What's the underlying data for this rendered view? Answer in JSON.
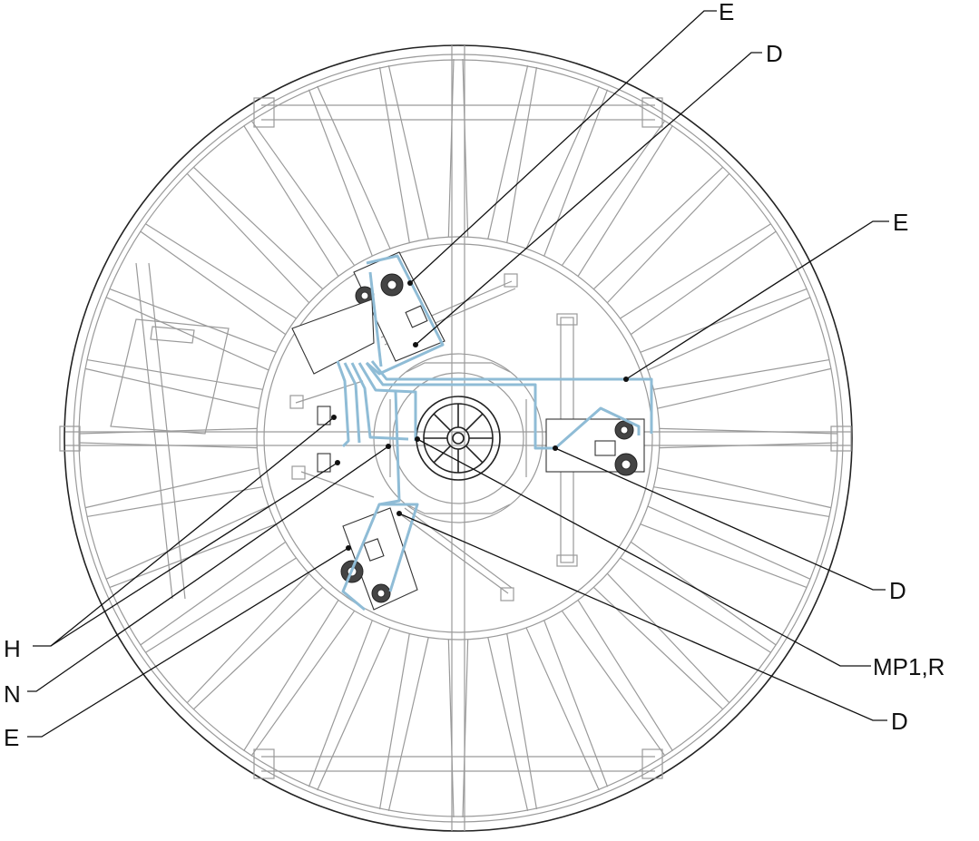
{
  "diagram": {
    "labels": [
      {
        "key": "e_top",
        "text": "E"
      },
      {
        "key": "d_top",
        "text": "D"
      },
      {
        "key": "e_right",
        "text": "E"
      },
      {
        "key": "d_right",
        "text": "D"
      },
      {
        "key": "mp1r",
        "text": "MP1,R"
      },
      {
        "key": "d_bottom",
        "text": "D"
      },
      {
        "key": "h_left",
        "text": "H"
      },
      {
        "key": "n_left",
        "text": "N"
      },
      {
        "key": "e_left",
        "text": "E"
      }
    ],
    "colors": {
      "cable": "#8fbcd6",
      "frame": "#9a9a9a",
      "outline": "#222222",
      "leader": "#111111"
    }
  }
}
